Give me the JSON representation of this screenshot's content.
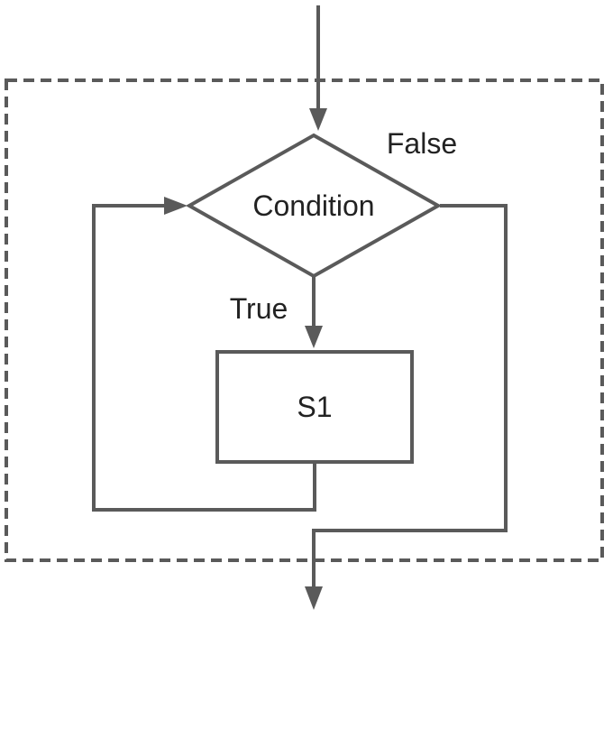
{
  "diagram": {
    "condition_label": "Condition",
    "true_label": "True",
    "false_label": "False",
    "process_label": "S1"
  },
  "colors": {
    "stroke": "#5a5a5a",
    "text": "#222222",
    "background": "#ffffff"
  }
}
